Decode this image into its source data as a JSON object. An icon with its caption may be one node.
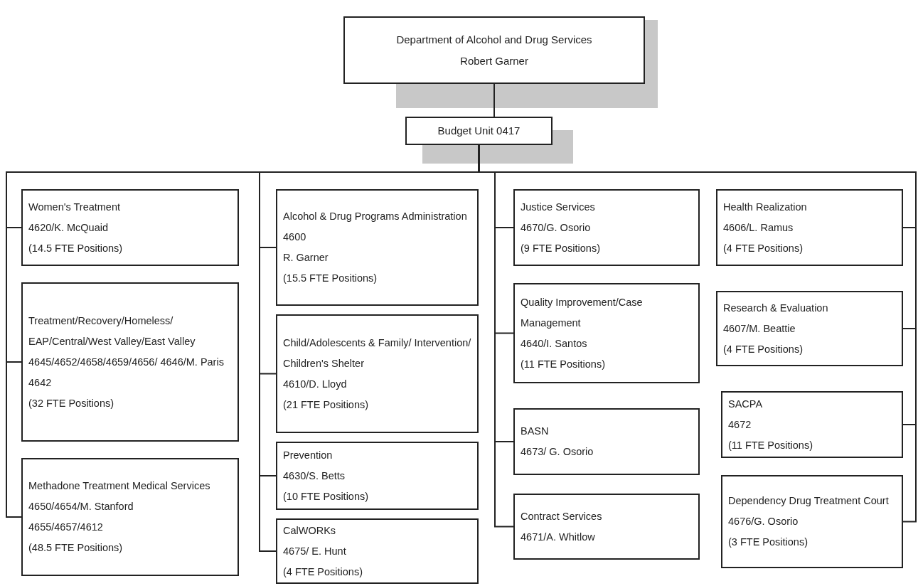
{
  "diagram": {
    "nodes": [
      {
        "text": [
          "Department of Alcohol and Drug Services",
          "Robert Garner"
        ]
      },
      {
        "text": [
          "Budget Unit 0417"
        ]
      },
      {
        "text": [
          "Women's Treatment",
          "4620/K. McQuaid",
          "(14.5 FTE Positions)"
        ]
      },
      {
        "text": [
          "Treatment/Recovery/Homeless/ EAP/Central/West Valley/East Valley",
          "4645/4652/4658/4659/4656/ 4646/M. Paris",
          "4642",
          "(32 FTE Positions)"
        ]
      },
      {
        "text": [
          "Methadone Treatment Medical Services",
          "4650/4654/M. Stanford",
          "4655/4657/4612",
          "(48.5 FTE Positions)"
        ]
      },
      {
        "text": [
          "Alcohol & Drug Programs Administration",
          "4600",
          "R. Garner",
          "(15.5 FTE Positions)"
        ]
      },
      {
        "text": [
          "Child/Adolescents & Family/ Intervention/ Children's Shelter",
          "4610/D. Lloyd",
          "(21 FTE Positions)"
        ]
      },
      {
        "text": [
          "Prevention",
          "4630/S. Betts",
          "(10 FTE Positions)"
        ]
      },
      {
        "text": [
          "CalWORKs",
          "4675/ E. Hunt",
          "(4 FTE Positions)"
        ]
      },
      {
        "text": [
          "Justice Services",
          "4670/G. Osorio",
          "(9 FTE Positions)"
        ]
      },
      {
        "text": [
          "Quality Improvement/Case Management",
          "4640/I. Santos",
          "(11 FTE Positions)"
        ]
      },
      {
        "text": [
          "BASN",
          "4673/ G. Osorio"
        ]
      },
      {
        "text": [
          "Contract Services",
          "4671/A. Whitlow"
        ]
      },
      {
        "text": [
          "Health Realization",
          "4606/L. Ramus",
          "(4 FTE Positions)"
        ]
      },
      {
        "text": [
          "Research & Evaluation",
          "4607/M. Beattie",
          "(4 FTE Positions)"
        ]
      },
      {
        "text": [
          "SACPA",
          "4672",
          "(11 FTE Positions)"
        ]
      },
      {
        "text": [
          "Dependency Drug Treatment Court",
          "4676/G. Osorio",
          "(3 FTE Positions)"
        ]
      }
    ],
    "edges": [
      {
        "from": 0,
        "to": 1,
        "arrow": "none"
      },
      {
        "from": 1,
        "to": 2,
        "arrow": "none"
      },
      {
        "from": 1,
        "to": 3,
        "arrow": "none"
      },
      {
        "from": 1,
        "to": 4,
        "arrow": "none"
      },
      {
        "from": 1,
        "to": 5,
        "arrow": "none"
      },
      {
        "from": 1,
        "to": 6,
        "arrow": "none"
      },
      {
        "from": 1,
        "to": 7,
        "arrow": "none"
      },
      {
        "from": 1,
        "to": 8,
        "arrow": "none"
      },
      {
        "from": 1,
        "to": 9,
        "arrow": "none"
      },
      {
        "from": 1,
        "to": 10,
        "arrow": "none"
      },
      {
        "from": 1,
        "to": 11,
        "arrow": "none"
      },
      {
        "from": 1,
        "to": 12,
        "arrow": "none"
      },
      {
        "from": 1,
        "to": 13,
        "arrow": "none"
      },
      {
        "from": 1,
        "to": 14,
        "arrow": "none"
      },
      {
        "from": 1,
        "to": 15,
        "arrow": "none"
      },
      {
        "from": 1,
        "to": 16,
        "arrow": "none"
      }
    ]
  }
}
